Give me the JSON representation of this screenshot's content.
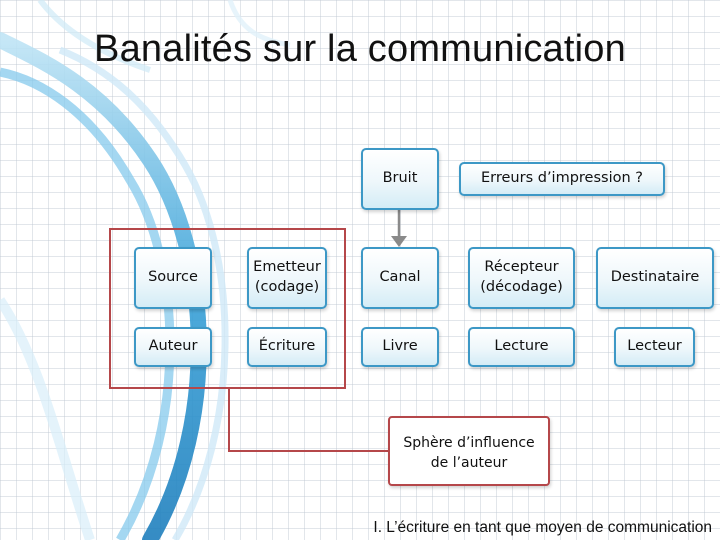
{
  "slide": {
    "title": "Banalités sur la communication",
    "footer": "I. L’écriture en tant que moyen de communication"
  },
  "diagram": {
    "noise": {
      "bruit": "Bruit",
      "errors": "Erreurs d’impression ?"
    },
    "chain": {
      "source": "Source",
      "emitter_line1": "Emetteur",
      "emitter_line2": "(codage)",
      "channel": "Canal",
      "receiver_line1": "Récepteur",
      "receiver_line2": "(décodage)",
      "destination": "Destinataire"
    },
    "writing": {
      "author": "Auteur",
      "writing": "Écriture",
      "book": "Livre",
      "reading": "Lecture",
      "reader": "Lecteur"
    },
    "influence": {
      "line1": "Sphère d’influence",
      "line2": "de l’auteur"
    }
  },
  "colors": {
    "node_border": "#3d98c6",
    "influence_border": "#b5474a",
    "connector": "#7f7f7f",
    "swirl": "#3a9fd6"
  }
}
